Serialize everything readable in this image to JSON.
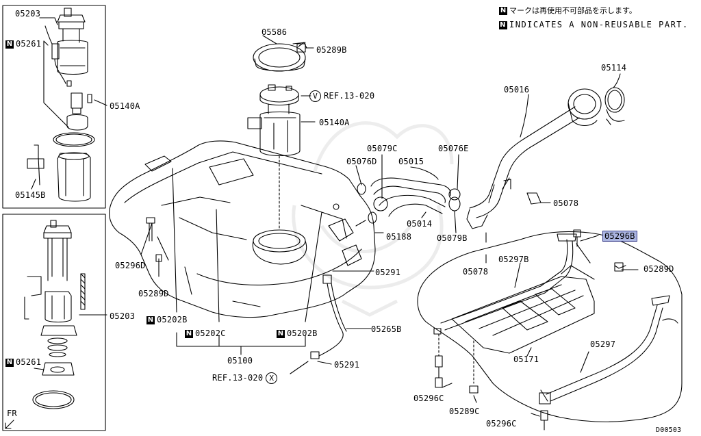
{
  "legend": {
    "n_symbol": "N",
    "jp_text": "マークは再使用不可部品を示します。",
    "en_text": "INDICATES A NON-REUSABLE PART."
  },
  "highlight_color": "#aab4e0",
  "callouts": [
    {
      "id": "05203a",
      "text": "05203"
    },
    {
      "id": "05261a",
      "text": "05261",
      "n": true
    },
    {
      "id": "05140Aa",
      "text": "05140A"
    },
    {
      "id": "05145B",
      "text": "05145B"
    },
    {
      "id": "05203b",
      "text": "05203"
    },
    {
      "id": "05261b",
      "text": "05261",
      "n": true
    },
    {
      "id": "05586",
      "text": "05586"
    },
    {
      "id": "05289B",
      "text": "05289B"
    },
    {
      "id": "05140Ab",
      "text": "05140A"
    },
    {
      "id": "05079C",
      "text": "05079C"
    },
    {
      "id": "05076D",
      "text": "05076D"
    },
    {
      "id": "05015",
      "text": "05015"
    },
    {
      "id": "05076E",
      "text": "05076E"
    },
    {
      "id": "05014",
      "text": "05014"
    },
    {
      "id": "05188",
      "text": "05188"
    },
    {
      "id": "05079B",
      "text": "05079B"
    },
    {
      "id": "05016",
      "text": "05016"
    },
    {
      "id": "05114",
      "text": "05114"
    },
    {
      "id": "05078a",
      "text": "05078"
    },
    {
      "id": "05078b",
      "text": "05078"
    },
    {
      "id": "05296B",
      "text": "05296B",
      "highlight": true
    },
    {
      "id": "05297B",
      "text": "05297B"
    },
    {
      "id": "05289D",
      "text": "05289D"
    },
    {
      "id": "05296Da",
      "text": "05296D"
    },
    {
      "id": "05289Db",
      "text": "05289D"
    },
    {
      "id": "05291a",
      "text": "05291"
    },
    {
      "id": "05202Ba",
      "text": "05202B",
      "n": true
    },
    {
      "id": "05202C",
      "text": "05202C",
      "n": true
    },
    {
      "id": "05202Bb",
      "text": "05202B",
      "n": true
    },
    {
      "id": "05265B",
      "text": "05265B"
    },
    {
      "id": "05100",
      "text": "05100"
    },
    {
      "id": "05291b",
      "text": "05291"
    },
    {
      "id": "05171",
      "text": "05171"
    },
    {
      "id": "05297",
      "text": "05297"
    },
    {
      "id": "05296Ca",
      "text": "05296C"
    },
    {
      "id": "05289C",
      "text": "05289C"
    },
    {
      "id": "05296Cb",
      "text": "05296C"
    }
  ],
  "refs": [
    {
      "id": "refV",
      "text": "REF.13-020",
      "circle": "V"
    },
    {
      "id": "refX",
      "text": "REF.13-020",
      "circle": "X"
    }
  ],
  "fr_label": "FR",
  "drawing_code": "D00503"
}
